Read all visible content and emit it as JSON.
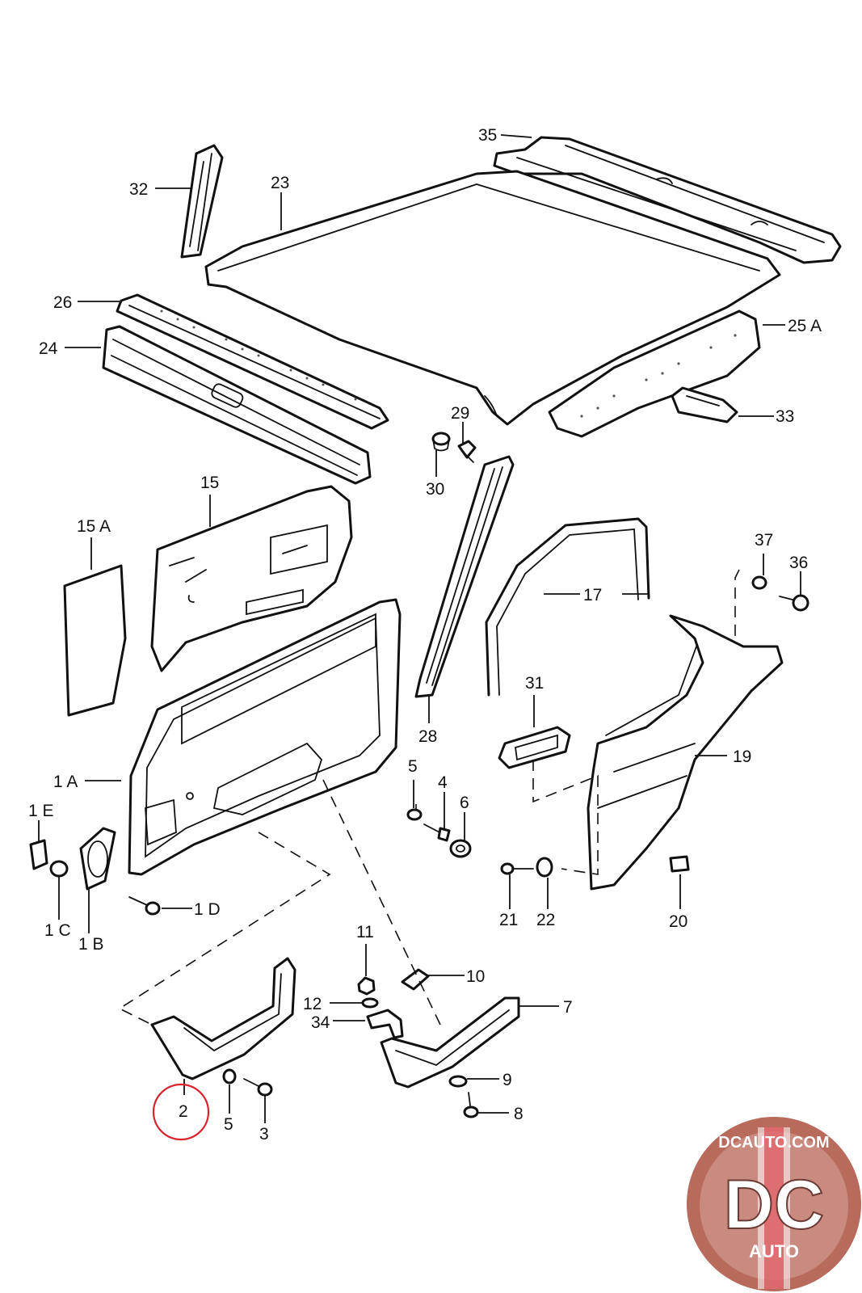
{
  "diagram": {
    "callouts": {
      "c35": "35",
      "c32": "32",
      "c23": "23",
      "c26": "26",
      "c24": "24",
      "c25a": "25 A",
      "c29": "29",
      "c30": "30",
      "c33": "33",
      "c15": "15",
      "c15a": "15 A",
      "c17": "17",
      "c37": "37",
      "c36": "36",
      "c31": "31",
      "c28": "28",
      "c19": "19",
      "c1a": "1 A",
      "c5a": "5",
      "c4": "4",
      "c6": "6",
      "c1e": "1 E",
      "c21": "21",
      "c22": "22",
      "c20": "20",
      "c1d": "1 D",
      "c1c": "1 C",
      "c1b": "1 B",
      "c11": "11",
      "c10": "10",
      "c12": "12",
      "c34": "34",
      "c7": "7",
      "c9": "9",
      "c8": "8",
      "c2": "2",
      "c5b": "5",
      "c3": "3"
    },
    "highlighted_part": "2"
  },
  "watermark": {
    "top_text": "DCAUTO.COM",
    "logo_letters": "DC",
    "bottom_text": "AUTO",
    "colors": {
      "ring": "#b86a5c",
      "inner": "#c98a7f",
      "text": "#ffffff",
      "highlight": "#d9232e"
    }
  }
}
